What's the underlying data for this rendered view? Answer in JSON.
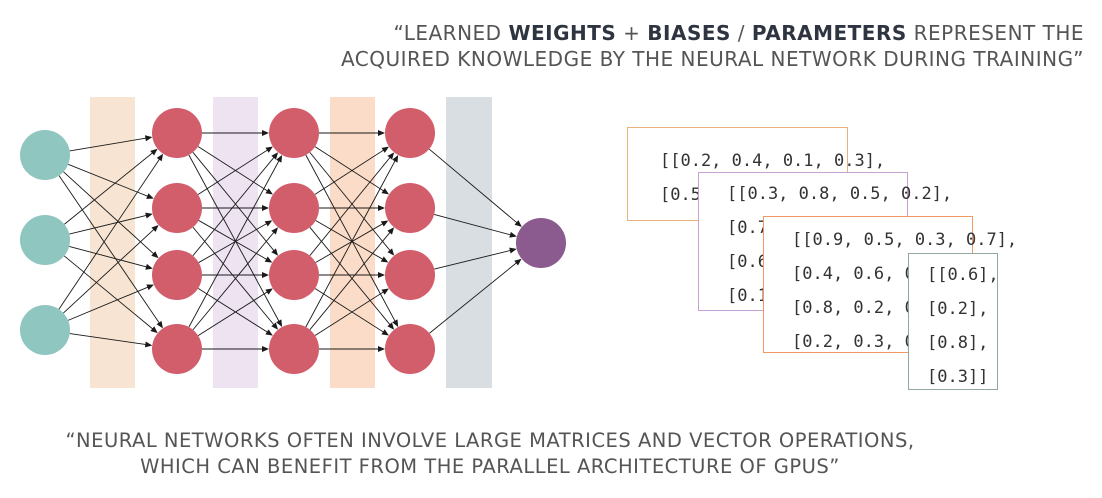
{
  "quote_top": {
    "line1": [
      "“LEARNED ",
      "WEIGHTS",
      " + ",
      "BIASES",
      " / ",
      "PARAMETERS",
      " REPRESENT THE"
    ],
    "line2": "ACQUIRED KNOWLEDGE BY THE NEURAL NETWORK DURING TRAINING”"
  },
  "quote_bottom": {
    "line1": "“NEURAL NETWORKS OFTEN INVOLVE LARGE MATRICES AND VECTOR OPERATIONS,",
    "line2": "WHICH CAN BENEFIT FROM THE PARALLEL ARCHITECTURE OF GPUS”"
  },
  "network": {
    "layers": [
      3,
      4,
      4,
      4,
      1
    ],
    "colors": {
      "input_node": "#8fc6c0",
      "hidden_node": "#d25d6b",
      "output_node": "#8b5a8f",
      "band_1": "#f7e4d2",
      "band_2": "#ede3f1",
      "band_3": "#fbdcc8",
      "band_4": "#d9dee2",
      "edge": "#1a1a1a"
    }
  },
  "matrices": [
    {
      "name": "matrix-card-1",
      "border": "#e9b27c",
      "rows": [
        "[[0.2, 0.4, 0.1, 0.3],",
        "[0.5"
      ]
    },
    {
      "name": "matrix-card-2",
      "border": "#c9a0d2",
      "rows": [
        "[[0.3, 0.8, 0.5, 0.2],",
        "[0.7",
        "[0.6",
        "[0.1,"
      ]
    },
    {
      "name": "matrix-card-3",
      "border": "#ef9a63",
      "rows": [
        "[[0.9, 0.5, 0.3, 0.7],",
        "[0.4, 0.6, 0.2,",
        "[0.8, 0.2, 0.7,",
        "[0.2, 0.3, 0.1, 0"
      ]
    },
    {
      "name": "vector-card-4",
      "border": "#93a6a2",
      "rows": [
        "[[0.6],",
        "[0.2],",
        "[0.8],",
        "[0.3]]"
      ]
    }
  ]
}
